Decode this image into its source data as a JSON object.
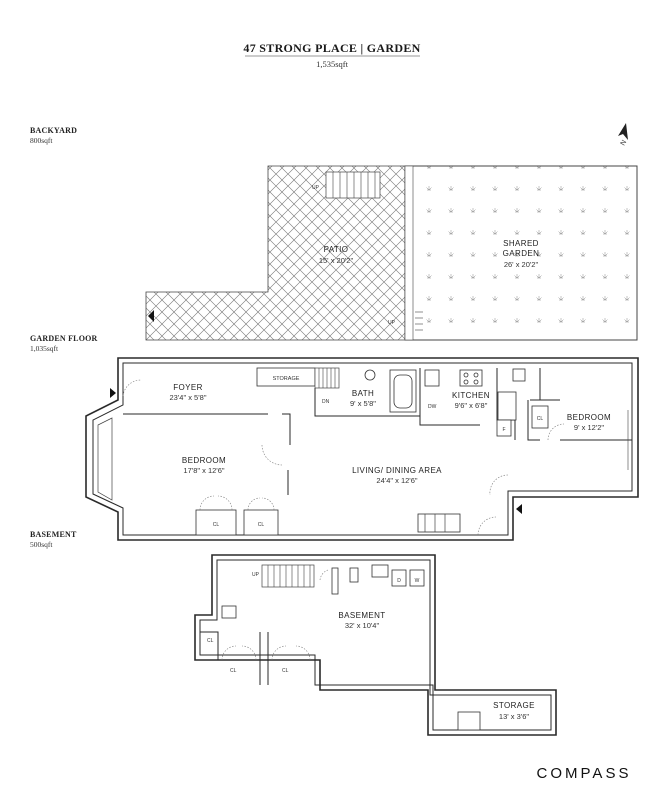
{
  "header": {
    "title": "47 STRONG PLACE  |  GARDEN",
    "subtitle": "1,535sqft"
  },
  "sections": {
    "backyard": {
      "label": "BACKYARD",
      "area": "800sqft"
    },
    "garden_floor": {
      "label": "GARDEN FLOOR",
      "area": "1,035sqft"
    },
    "basement": {
      "label": "BASEMENT",
      "area": "500sqft"
    }
  },
  "rooms": {
    "patio": {
      "name": "PATIO",
      "dims": "15' x 20'2\""
    },
    "shared_garden": {
      "name": "SHARED",
      "name2": "GARDEN",
      "dims": "26' x 20'2\""
    },
    "foyer": {
      "name": "FOYER",
      "dims": "23'4\" x 5'8\""
    },
    "storage_gf": {
      "name": "STORAGE"
    },
    "bath": {
      "name": "BATH",
      "dims": "9' x 5'8\""
    },
    "kitchen": {
      "name": "KITCHEN",
      "dims": "9'6\" x 6'8\""
    },
    "bedroom_front": {
      "name": "BEDROOM",
      "dims": "17'8\" x 12'6\""
    },
    "bedroom_rear": {
      "name": "BEDROOM",
      "dims": "9' x 12'2\""
    },
    "living": {
      "name": "LIVING/ DINING AREA",
      "dims": "24'4\" x 12'6\""
    },
    "basement_room": {
      "name": "BASEMENT",
      "dims": "32' x 10'4\""
    },
    "storage_bsmt": {
      "name": "STORAGE",
      "dims": "13' x 3'6\""
    }
  },
  "markers": {
    "up": "UP",
    "dn": "DN",
    "closet": "CL",
    "fridge": "F",
    "dishwasher": "DW",
    "washer": "W",
    "dryer": "D",
    "north": "N"
  },
  "brand": "COMPASS",
  "colors": {
    "wall": "#2a2a2a",
    "text": "#222222",
    "hatch": "#6a6a6a"
  }
}
